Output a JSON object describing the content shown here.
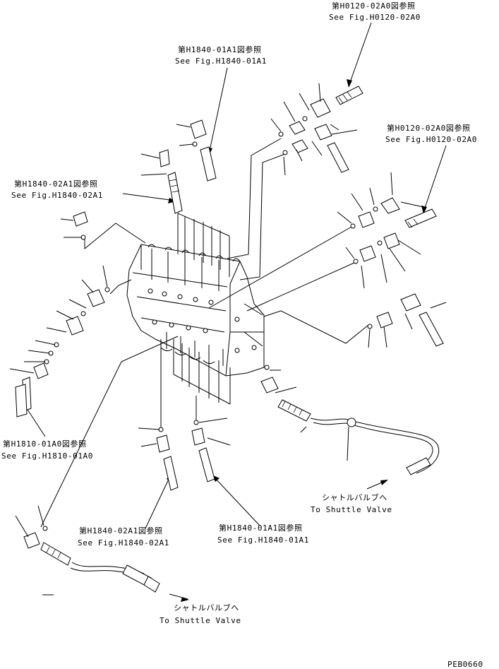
{
  "references": [
    {
      "jp": "第H0120-02A0図参照",
      "en": "See Fig.H0120-02A0"
    },
    {
      "jp": "第H1840-01A1図参照",
      "en": "See Fig.H1840-01A1"
    },
    {
      "jp": "第H0120-02A0図参照",
      "en": "See Fig.H0120-02A0"
    },
    {
      "jp": "第H1840-02A1図参照",
      "en": "See Fig.H1840-02A1"
    },
    {
      "jp": "第H1810-01A0図参照",
      "en": "See Fig.H1810-01A0"
    },
    {
      "jp": "第H1840-02A1図参照",
      "en": "See Fig.H1840-02A1"
    },
    {
      "jp": "第H1840-01A1図参照",
      "en": "See Fig.H1840-01A1"
    }
  ],
  "destinations": [
    {
      "jp": "シャトルバルブへ",
      "en": "To Shuttle Valve"
    },
    {
      "jp": "シャトルバルブへ",
      "en": "To Shuttle Valve"
    }
  ],
  "drawing_code": "PEB0660"
}
